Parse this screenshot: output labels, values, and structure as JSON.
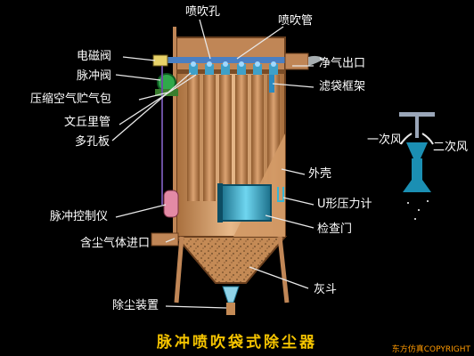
{
  "title": "脉冲喷吹袋式除尘器",
  "copyright": "东方仿真COPYRIGHT",
  "labels": {
    "nozzle_hole": "喷吹孔",
    "blow_pipe": "喷吹管",
    "solenoid_valve": "电磁阀",
    "pulse_valve": "脉冲阀",
    "air_tank": "压缩空气贮气包",
    "venturi": "文丘里管",
    "perforated_plate": "多孔板",
    "clean_outlet": "净气出口",
    "bag_cage": "滤袋框架",
    "shell": "外壳",
    "u_gauge": "U形压力计",
    "pulse_controller": "脉冲控制仪",
    "inspection_door": "检查门",
    "dusty_inlet": "含尘气体进口",
    "ash_hopper": "灰斗",
    "dust_removal": "除尘装置",
    "primary_air": "一次风",
    "secondary_air": "二次风"
  },
  "colors": {
    "shell": "#d9a574",
    "shell_dark": "#8a5a32",
    "bag": "#c48a55",
    "cyan": "#35b6d6",
    "pipe": "#4a7fc2",
    "title": "#f5c400",
    "copyright": "#ff9a00"
  }
}
